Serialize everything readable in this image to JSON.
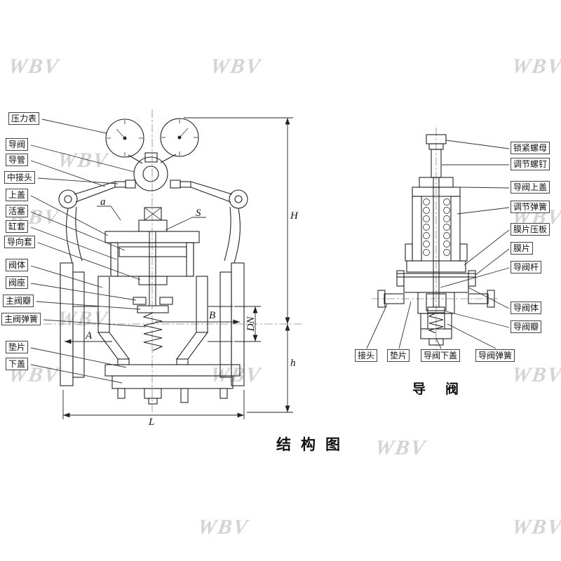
{
  "watermark": "WBV",
  "titles": {
    "main_diagram": "结构图",
    "pilot_diagram": "导阀"
  },
  "main_valve_labels": [
    "压力表",
    "导阀",
    "导管",
    "中接头",
    "上盖",
    "活塞",
    "缸套",
    "导向套",
    "阀体",
    "阀座",
    "主阀瓣",
    "主阀弹簧",
    "垫片",
    "下盖"
  ],
  "pilot_valve_labels_right": [
    "锁紧螺母",
    "调节螺钉",
    "导阀上盖",
    "调节弹簧",
    "膜片压板",
    "膜片",
    "导阀杆",
    "导阀体",
    "导阀瓣"
  ],
  "pilot_valve_labels_bottom": [
    "接头",
    "垫片",
    "导阀下盖",
    "导阀弹簧"
  ],
  "dimension_labels": {
    "H": "H",
    "h": "h",
    "L": "L",
    "A": "A",
    "B": "B",
    "DN": "DN",
    "S": "S",
    "a": "a"
  }
}
